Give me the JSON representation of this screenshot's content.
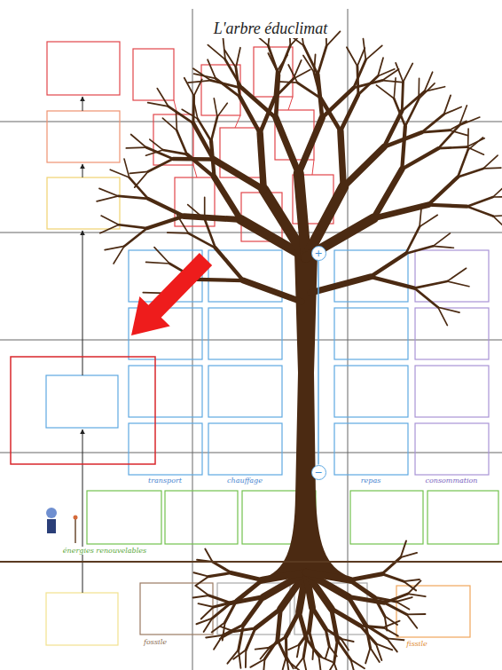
{
  "diagram": {
    "title": "L'arbre éduclimat",
    "nodes": [
      {
        "text": [
          "+"
        ]
      },
      {
        "text": [
          "−"
        ]
      }
    ],
    "edges": [
      {
        "from": 0,
        "to": 1,
        "arrow": "none"
      }
    ],
    "labels": [
      "transport",
      "chauffage",
      "repas",
      "consommation",
      "énergies renouvelables",
      "fossile",
      "fissile"
    ]
  }
}
